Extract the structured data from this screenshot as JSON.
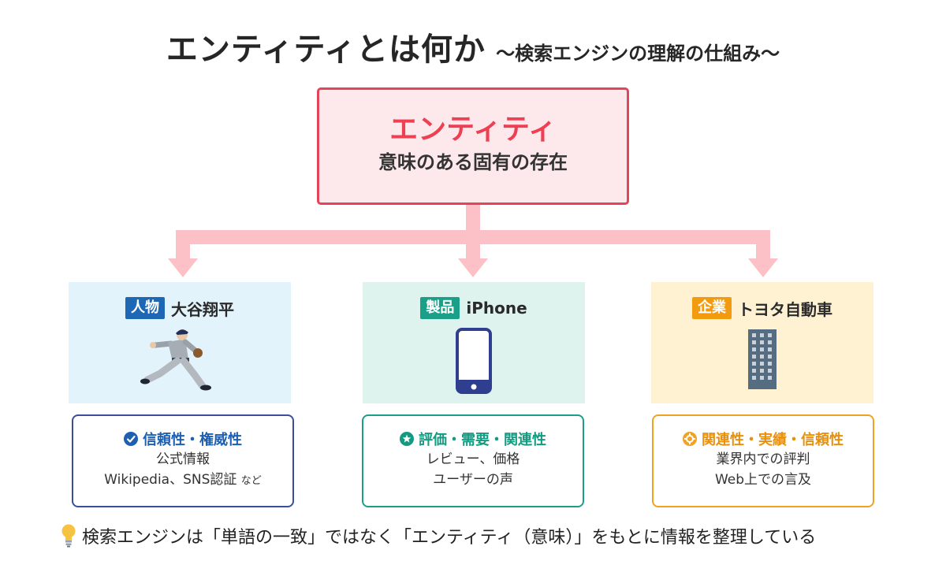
{
  "title": {
    "main": "エンティティとは何か",
    "sub": "〜検索エンジンの理解の仕組み〜"
  },
  "entity": {
    "label": "エンティティ",
    "description": "意味のある固有の存在"
  },
  "categories": [
    {
      "tag": "人物",
      "name": "大谷翔平",
      "icon": "baseball-pitcher-illustration",
      "color": "#1d67b5",
      "trait": {
        "heading": "信頼性・権威性",
        "icon": "check-circle-icon",
        "line1": "公式情報",
        "line2_main": "Wikipedia、SNS認証",
        "line2_suffix": "など"
      }
    },
    {
      "tag": "製品",
      "name": "iPhone",
      "icon": "smartphone-icon",
      "color": "#1aa088",
      "trait": {
        "heading": "評価・需要・関連性",
        "icon": "star-circle-icon",
        "line1": "レビュー、価格",
        "line2": "ユーザーの声"
      }
    },
    {
      "tag": "企業",
      "name": "トヨタ自動車",
      "icon": "building-icon",
      "color": "#f29a10",
      "trait": {
        "heading": "関連性・実績・信頼性",
        "icon": "gear-circle-icon",
        "line1": "業界内での評判",
        "line2": "Web上での言及"
      }
    }
  ],
  "note": {
    "icon": "lightbulb-icon",
    "text": "検索エンジンは「単語の一致」ではなく「エンティティ（意味）」をもとに情報を整理している"
  }
}
